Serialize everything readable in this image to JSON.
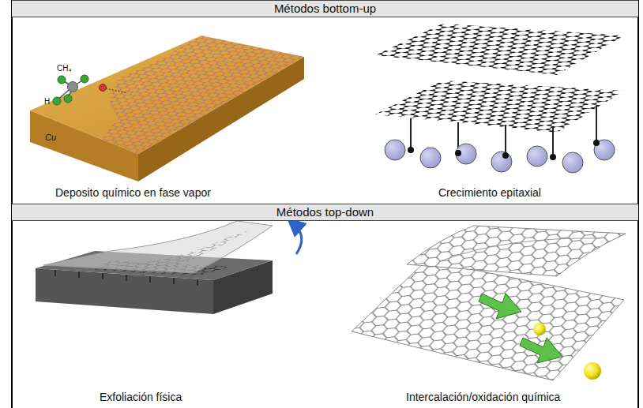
{
  "diagram": {
    "nodes": [
      {
        "text": [
          "Métodos bottom-up"
        ]
      },
      {
        "text": [
          "Métodos top-down"
        ]
      }
    ],
    "labels": [
      "CH₄",
      "H",
      "Cu",
      "Deposito químico en fase vapor",
      "Crecimiento epitaxial",
      "Exfoliación física",
      "Intercalación/oxidación química"
    ]
  }
}
